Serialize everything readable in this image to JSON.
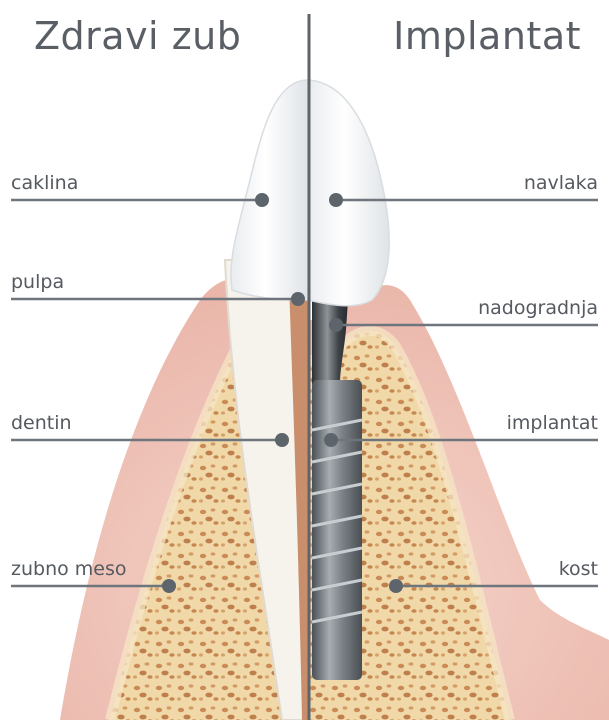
{
  "titles": {
    "left": "Zdravi zub",
    "right": "Implantat"
  },
  "labels_left": [
    "caklina",
    "pulpa",
    "dentin",
    "zubno meso"
  ],
  "labels_right": [
    "navlaka",
    "nadogradnja",
    "implantat",
    "kost"
  ],
  "colors": {
    "text": "#555a60",
    "leader_line": "#6e757c",
    "dot": "#5d646b",
    "gum": "#f0c7bd",
    "bone": "#f3ddb0",
    "enamel": "#f4f5f6",
    "pulp": "#c98f6c",
    "implant": "#6f7478"
  }
}
